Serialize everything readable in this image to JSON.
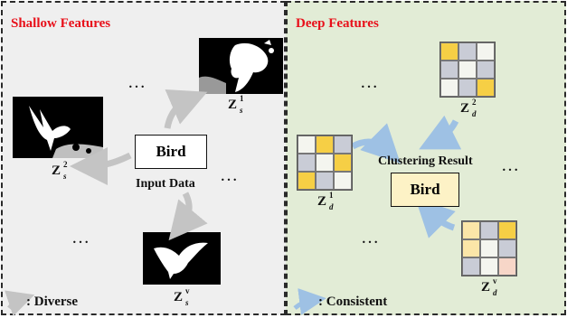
{
  "left_panel": {
    "title": "Shallow Features",
    "center_box": "Bird",
    "center_label": "Input Data",
    "dots": "…",
    "legend_text": ": Diverse",
    "views": [
      {
        "base": "Z",
        "sup": "1",
        "sub": "s"
      },
      {
        "base": "Z",
        "sup": "2",
        "sub": "s"
      },
      {
        "base": "Z",
        "sup": "v",
        "sub": "s"
      }
    ]
  },
  "right_panel": {
    "title": "Deep  Features",
    "center_box": "Bird",
    "center_label": "Clustering Result",
    "dots": "…",
    "legend_text": ": Consistent",
    "views": [
      {
        "base": "Z",
        "sup": "2",
        "sub": "d"
      },
      {
        "base": "Z",
        "sup": "1",
        "sub": "d"
      },
      {
        "base": "Z",
        "sup": "v",
        "sub": "d"
      }
    ]
  },
  "colors": {
    "title_red": "#e8101a",
    "left_bg": "#efefef",
    "right_bg": "#e2ecd6",
    "grid_yellow": "#f6cf45",
    "grid_gray": "#c9ccd6",
    "grid_white": "#f4f5ef",
    "grid_light_yellow": "#fbe6a8",
    "grid_pink": "#f7d6c8",
    "result_box": "#fdf2c6",
    "arrow_gray": "#c4c4c4",
    "arrow_blue": "#9ec1e4"
  }
}
